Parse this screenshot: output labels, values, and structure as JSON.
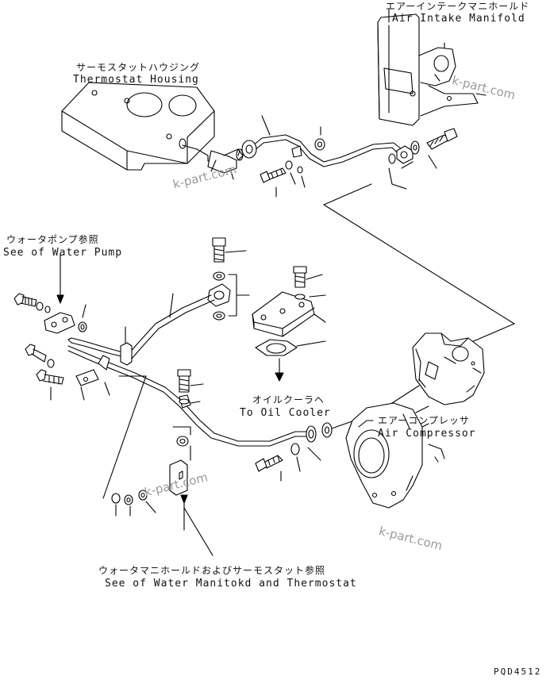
{
  "labels": {
    "air_intake_manifold": {
      "jp": "エアーインテークマニホールド",
      "en": "Air Intake Manifold"
    },
    "thermostat_housing": {
      "jp": "サーモスタットハウジング",
      "en": "Thermostat Housing"
    },
    "water_pump": {
      "jp": "ウォータポンプ参照",
      "en": "See of Water Pump"
    },
    "oil_cooler": {
      "jp": "オイルクーラヘ",
      "en": "To Oil Cooler"
    },
    "air_compressor": {
      "jp": "エアーコンプレッサ",
      "en": "Air Compressor"
    },
    "water_manifold": {
      "jp": "ウォータマニホールドおよびサーモスタット参照",
      "en": "See of Water Manitokd and Thermostat"
    }
  },
  "watermark": "k-part.com",
  "drawing_code": "PQD4512"
}
